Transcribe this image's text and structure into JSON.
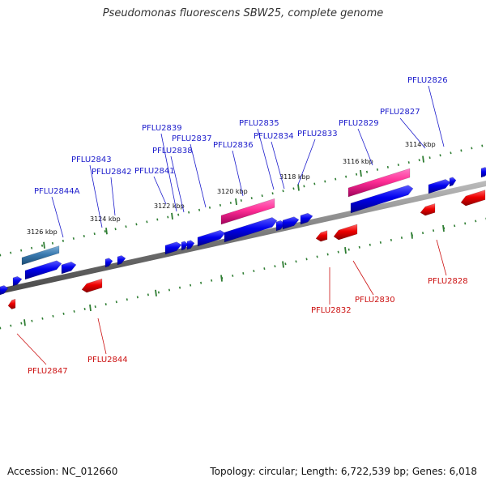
{
  "title": "Pseudomonas fluorescens SBW25, complete genome",
  "footer": {
    "accession": "Accession: NC_012660",
    "stats": "Topology: circular; Length: 6,722,539 bp; Genes: 6,018"
  },
  "scale": [
    {
      "label": "3126 kbp"
    },
    {
      "label": "3124 kbp"
    },
    {
      "label": "3122 kbp"
    },
    {
      "label": "3120 kbp"
    },
    {
      "label": "3118 kbp"
    },
    {
      "label": "3116 kbp"
    },
    {
      "label": "3114 kbp"
    }
  ],
  "forward_labels": [
    {
      "text": "PFLU2826"
    },
    {
      "text": "PFLU2827"
    },
    {
      "text": "PFLU2829"
    },
    {
      "text": "PFLU2833"
    },
    {
      "text": "PFLU2834"
    },
    {
      "text": "PFLU2835"
    },
    {
      "text": "PFLU2836"
    },
    {
      "text": "PFLU2837"
    },
    {
      "text": "PFLU2838"
    },
    {
      "text": "PFLU2839"
    },
    {
      "text": "PFLU2841"
    },
    {
      "text": "PFLU2842"
    },
    {
      "text": "PFLU2843"
    },
    {
      "text": "PFLU2844A"
    }
  ],
  "reverse_labels": [
    {
      "text": "PFLU2828"
    },
    {
      "text": "PFLU2830"
    },
    {
      "text": "PFLU2832"
    },
    {
      "text": "PFLU2844"
    },
    {
      "text": "PFLU2847"
    }
  ],
  "colors": {
    "forward_gene": "#0a0ae6",
    "reverse_gene": "#ee1111",
    "rna_feature": "#ff3da0",
    "pseudo_feature": "#3f7fb0",
    "backbone": "#8a8a8a",
    "tick": "#2e7d32",
    "forward_label": "#1c1ccc",
    "reverse_label": "#cc1111"
  }
}
